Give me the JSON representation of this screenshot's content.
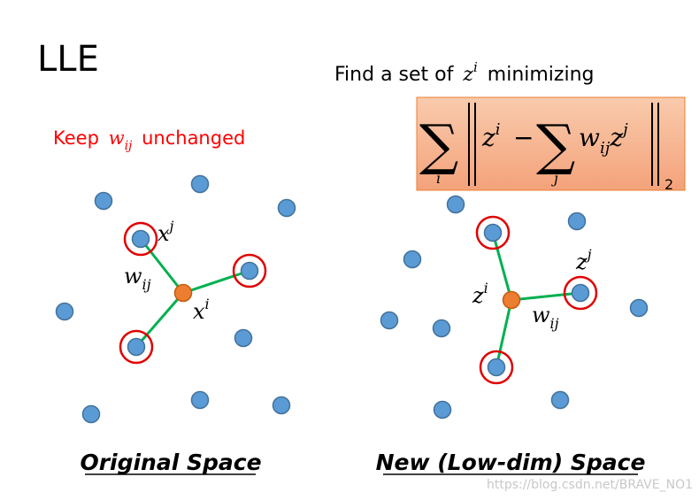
{
  "title": "LLE",
  "objective": {
    "prefix": "Find a set of",
    "var": "z",
    "sup": "i",
    "suffix": "minimizing"
  },
  "keep": {
    "prefix": "Keep",
    "var": "w",
    "sub": "ij",
    "suffix": "unchanged"
  },
  "formula": {
    "sum_i_index": "i",
    "z1": "z",
    "z1_sup": "i",
    "minus": "−",
    "sum_j_index": "j",
    "w": "w",
    "w_sub": "ij",
    "z2": "z",
    "z2_sup": "j",
    "norm_sub": "2"
  },
  "original": {
    "label_xj": {
      "var": "x",
      "sup": "j"
    },
    "label_xi": {
      "var": "x",
      "sup": "i"
    },
    "label_wij": {
      "var": "w",
      "sub": "ij"
    },
    "caption": "Original Space"
  },
  "lowdim": {
    "label_zj": {
      "var": "z",
      "sup": "j"
    },
    "label_zi": {
      "var": "z",
      "sup": "i"
    },
    "label_wij": {
      "var": "w",
      "sub": "ij"
    },
    "caption": "New (Low-dim) Space"
  },
  "watermark": "https://blog.csdn.net/BRAVE_NO1",
  "colors": {
    "point": "#5b9bd5",
    "point_stroke": "#41719c",
    "center": "#ed7d31",
    "edge": "#00b050",
    "ring": "#e00000",
    "keep_text": "#ff0000",
    "box_fill": "#f4b183",
    "box_stroke": "#ed7d31"
  }
}
